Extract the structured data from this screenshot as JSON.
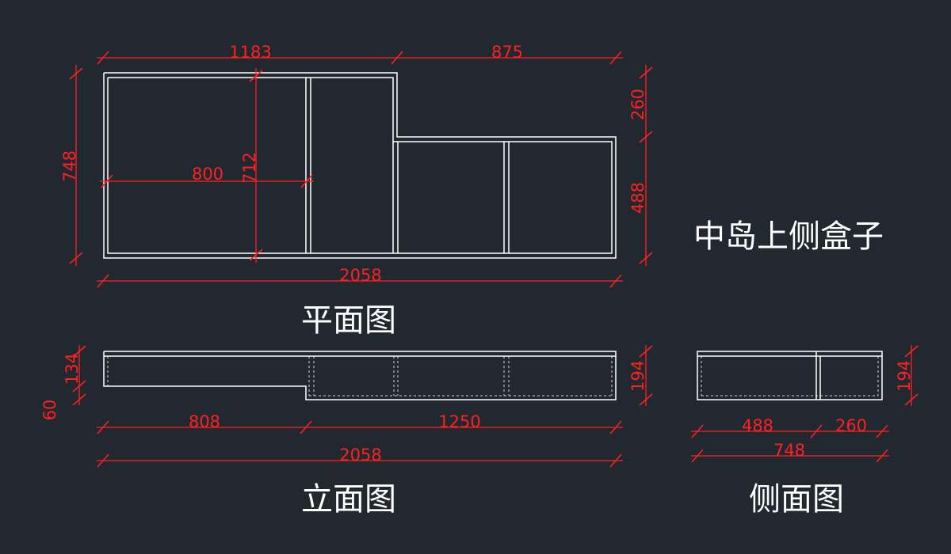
{
  "colors": {
    "background": "#212830",
    "outline": "#ffffff",
    "dimension": "#ff2020"
  },
  "title": "中岛上侧盒子",
  "views": {
    "plan": {
      "label": "平面图",
      "dims": {
        "left_width": "1183",
        "right_width": "875",
        "total_width": "2058",
        "height": "748",
        "inner_width": "800",
        "inner_height": "712",
        "step_height": "260",
        "right_height": "488"
      }
    },
    "elevation": {
      "label": "立面图",
      "dims": {
        "left_part": "808",
        "right_part": "1250",
        "total": "2058",
        "height": "194",
        "upper": "134",
        "lower": "60"
      }
    },
    "side": {
      "label": "侧面图",
      "dims": {
        "part_a": "488",
        "part_b": "260",
        "total": "748",
        "height": "194"
      }
    }
  }
}
